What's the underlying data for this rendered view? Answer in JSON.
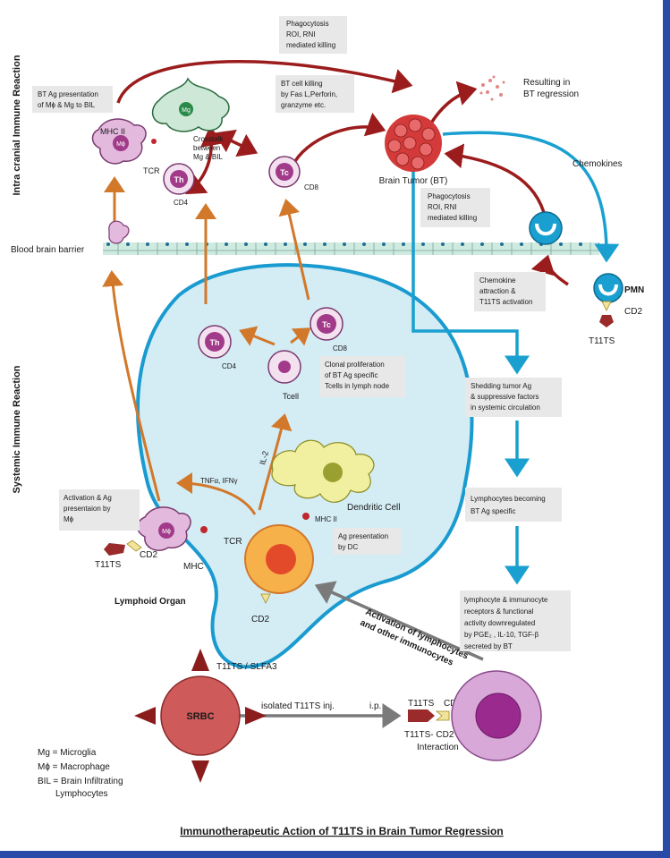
{
  "title": "Immunotherapeutic Action of T11TS in Brain Tumor Regression",
  "side_labels": {
    "intracranial": "Intra cranial Immune Reaction",
    "systemic": "Systemic Immune Reaction"
  },
  "bbb_label": "Blood brain barrier",
  "boxes": {
    "phago_top": [
      "Phagocytosis",
      "ROI, RNI",
      "mediated killing"
    ],
    "bt_ag_presentation": [
      "BT Ag presentation",
      "of Mɸ & Mg to BIL"
    ],
    "bt_cell_killing": [
      "BT cell killing",
      "by Fas L,Perforin,",
      "granzyme etc."
    ],
    "phago_mid": [
      "Phagocytosis",
      "ROI, RNI",
      "mediated killing"
    ],
    "chemokine_attraction": [
      "Chemokine",
      "attraction &",
      "T11TS activation"
    ],
    "clonal": [
      "Clonal proliferation",
      "of BT Ag specific",
      "Tcells in lymph node"
    ],
    "activation_ag": [
      "Activation & Ag",
      "presentaion by",
      "Mɸ"
    ],
    "ag_dc": [
      "Ag presentation",
      "by DC"
    ],
    "shedding": [
      "Shedding tumor Ag",
      "& suppressive factors",
      "in systemic circulation"
    ],
    "lymph_specific": [
      "Lymphocytes becoming",
      "BT Ag specific"
    ],
    "downregulated": [
      "lymphocyte & immunocyte",
      "receptors & functional",
      "activity downregulated",
      "by PGE₂ , IL-10, TGF-β",
      "secreted by BT"
    ]
  },
  "labels": {
    "mg": "Mg",
    "mo": "Mɸ",
    "th": "Th",
    "tc": "Tc",
    "mhc2": "MHC II",
    "tcr": "TCR",
    "cd4": "CD4",
    "cd8": "CD8",
    "crosstalk": [
      "Crosstalk",
      "between",
      "Mg & BIL"
    ],
    "brain_tumor": "Brain Tumor (BT)",
    "resulting": [
      "Resulting in",
      "BT regression"
    ],
    "chemokines": "Chemokines",
    "pmn": "PMN",
    "cd2": "CD2",
    "t11ts": "T11TS",
    "tcell": "Tcell",
    "il2": "IL-2",
    "tnf": "TNFα, IFNγ",
    "dendritic": "Dendritic Cell",
    "mhc": "MHC",
    "lymphoid": "Lymphoid Organ",
    "srbc": "SRBC",
    "t11ts_slfa3": "T11TS / SLFA3",
    "isolated": "isolated T11TS inj.",
    "ip": "i.p.",
    "interaction": [
      "T11TS- CD2",
      "Interaction"
    ],
    "activation_arrow": [
      "Activation of lymphocytes",
      "and other immunocytes"
    ]
  },
  "legend": [
    "Mg = Microglia",
    "Mɸ = Macrophage",
    "BIL = Brain Infiltrating",
    "Lymphocytes"
  ],
  "colors": {
    "red_arrow": "#9b1c1c",
    "blue_arrow": "#1aa0d0",
    "orange_arrow": "#d2782a",
    "lymphoid_fill": "#d4ecf4",
    "cell_pink": "#d8a8d0",
    "tumor_red": "#d43a3a",
    "border_blue": "#2a4aa8"
  }
}
